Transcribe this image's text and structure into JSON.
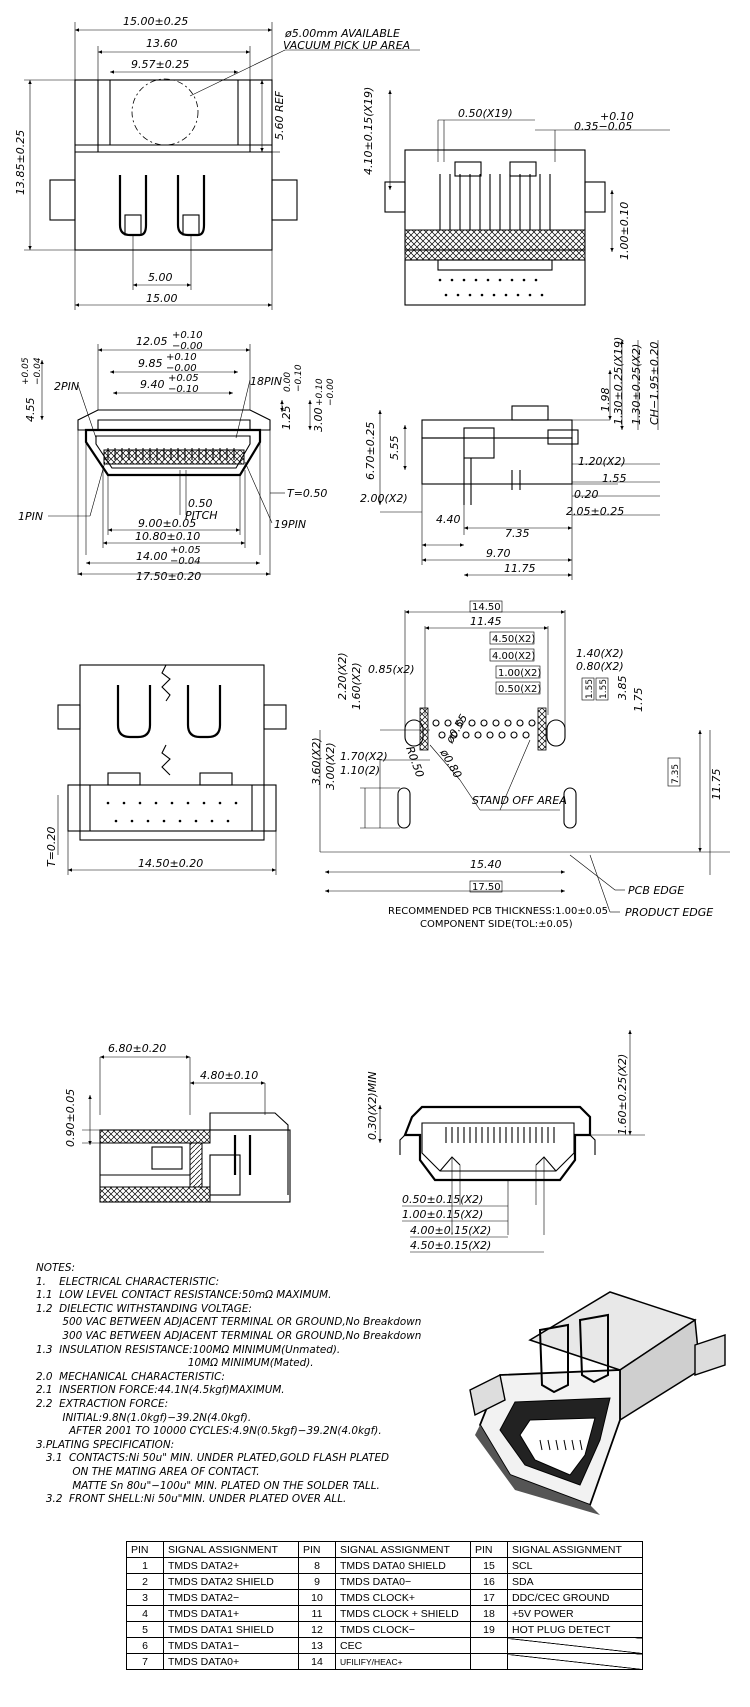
{
  "view_top_left": {
    "dims": [
      "15.00±0.25",
      "13.60",
      "9.57±0.25",
      "5.60 REF",
      "13.85±0.25",
      "5.00",
      "15.00"
    ],
    "note_line1": "ø5.00mm AVAILABLE",
    "note_line2": "VACUUM PICK UP AREA"
  },
  "view_top_right": {
    "dims": [
      "4.10±0.15(X19)",
      "0.50(X19)",
      "+0.10",
      "0.35−0.05",
      "1.00±0.10"
    ]
  },
  "view_front_left": {
    "dims": [
      "12.05",
      "+0.10",
      "−0.00",
      "9.85",
      "+0.10",
      "−0.00",
      "9.40",
      "+0.05",
      "−0.10",
      "4.55",
      "+0.05",
      "−0.04",
      "1.25",
      "0.00",
      "−0.10",
      "3.00",
      "+0.10",
      "−0.00",
      "0.50",
      "PITCH",
      "9.00±0.05",
      "10.80±0.10",
      "14.00",
      "+0.05",
      "−0.04",
      "17.50±0.20",
      "T=0.50"
    ],
    "pins": [
      "2PIN",
      "18PIN",
      "1PIN",
      "19PIN"
    ]
  },
  "view_side_right": {
    "dims": [
      "1.98",
      "1.30±0.25(X19)",
      "1.30±0.25(X2)",
      "CH−1.95±0.20",
      "6.70±0.25",
      "5.55",
      "1.20(X2)",
      "1.55",
      "2.00(X2)",
      "0.20",
      "2.05±0.25",
      "4.40",
      "7.35",
      "9.70",
      "11.75"
    ]
  },
  "view_bottom_left": {
    "dims": [
      "T=0.20",
      "14.50±0.20"
    ]
  },
  "view_pcb": {
    "boxed": [
      "14.50",
      "4.50(X2)",
      "4.00(X2)",
      "1.00(X2)",
      "0.50(X2)",
      "1.55",
      "1.55",
      "7.35",
      "17.50"
    ],
    "dims": [
      "11.45",
      "1.40(X2)",
      "0.80(X2)",
      "0.85(x2)",
      "2.20(X2)",
      "1.60(X2)",
      "3.85",
      "1.75",
      "3.60(X2)",
      "3.00(X2)",
      "1.70(X2)",
      "1.10(2)",
      "R0.50",
      "ø0.80",
      "ø0.55",
      "STAND OFF AREA",
      "11.75",
      "15.40",
      "PCB EDGE",
      "PRODUCT EDGE"
    ],
    "caption1": "RECOMMENDED PCB THICKNESS:1.00±0.05",
    "caption2": "COMPONENT SIDE(TOL:±0.05)"
  },
  "view_side_section": {
    "dims": [
      "6.80±0.20",
      "4.80±0.10",
      "0.90±0.05"
    ]
  },
  "view_front_bottom": {
    "dims": [
      "0.30(X2)MIN",
      "1.60±0.25(X2)",
      "0.50±0.15(X2)",
      "1.00±0.15(X2)",
      "4.00±0.15(X2)",
      "4.50±0.15(X2)"
    ]
  },
  "notes": [
    "NOTES:",
    "1.    ELECTRICAL CHARACTERISTIC:",
    "1.1  LOW LEVEL CONTACT RESISTANCE:50mΩ MAXIMUM.",
    "1.2  DIELECTIC WITHSTANDING VOLTAGE:",
    "        500 VAC BETWEEN ADJACENT TERMINAL OR GROUND,No Breakdown",
    "        300 VAC BETWEEN ADJACENT TERMINAL OR GROUND,No Breakdown",
    "1.3  INSULATION RESISTANCE:100MΩ MINIMUM(Unmated).",
    "                                              10MΩ MINIMUM(Mated).",
    "2.0  MECHANICAL CHARACTERISTIC:",
    "2.1  INSERTION FORCE:44.1N(4.5kgf)MAXIMUM.",
    "2.2  EXTRACTION FORCE:",
    "        INITIAL:9.8N(1.0kgf)−39.2N(4.0kgf).",
    "          AFTER 2001 TO 10000 CYCLES:4.9N(0.5kgf)−39.2N(4.0kgf).",
    "3.PLATING SPECIFICATION:",
    "   3.1  CONTACTS:Ni 50u\" MIN. UNDER PLATED,GOLD FLASH PLATED",
    "           ON THE MATING AREA OF CONTACT.",
    "           MATTE Sn 80u\"−100u\" MIN. PLATED ON THE SOLDER TALL.",
    "   3.2  FRONT SHELL:Ni 50u\"MIN. UNDER PLATED OVER ALL."
  ],
  "pin_table": {
    "headers": [
      "PIN",
      "SIGNAL ASSIGNMENT",
      "PIN",
      "SIGNAL ASSIGNMENT",
      "PIN",
      "SIGNAL ASSIGNMENT"
    ],
    "rows": [
      [
        "1",
        "TMDS DATA2+",
        "8",
        "TMDS DATA0 SHIELD",
        "15",
        "SCL"
      ],
      [
        "2",
        "TMDS DATA2 SHIELD",
        "9",
        "TMDS DATA0−",
        "16",
        "SDA"
      ],
      [
        "3",
        "TMDS DATA2−",
        "10",
        "TMDS CLOCK+",
        "17",
        "DDC/CEC GROUND"
      ],
      [
        "4",
        "TMDS DATA1+",
        "11",
        "TMDS CLOCK + SHIELD",
        "18",
        "+5V POWER"
      ],
      [
        "5",
        "TMDS DATA1 SHIELD",
        "12",
        "TMDS CLOCK−",
        "19",
        "HOT PLUG DETECT"
      ],
      [
        "6",
        "TMDS DATA1−",
        "13",
        "CEC",
        "",
        ""
      ],
      [
        "7",
        "TMDS DATA0+",
        "14",
        "UFILIFY/HEAC+",
        "",
        ""
      ]
    ]
  }
}
